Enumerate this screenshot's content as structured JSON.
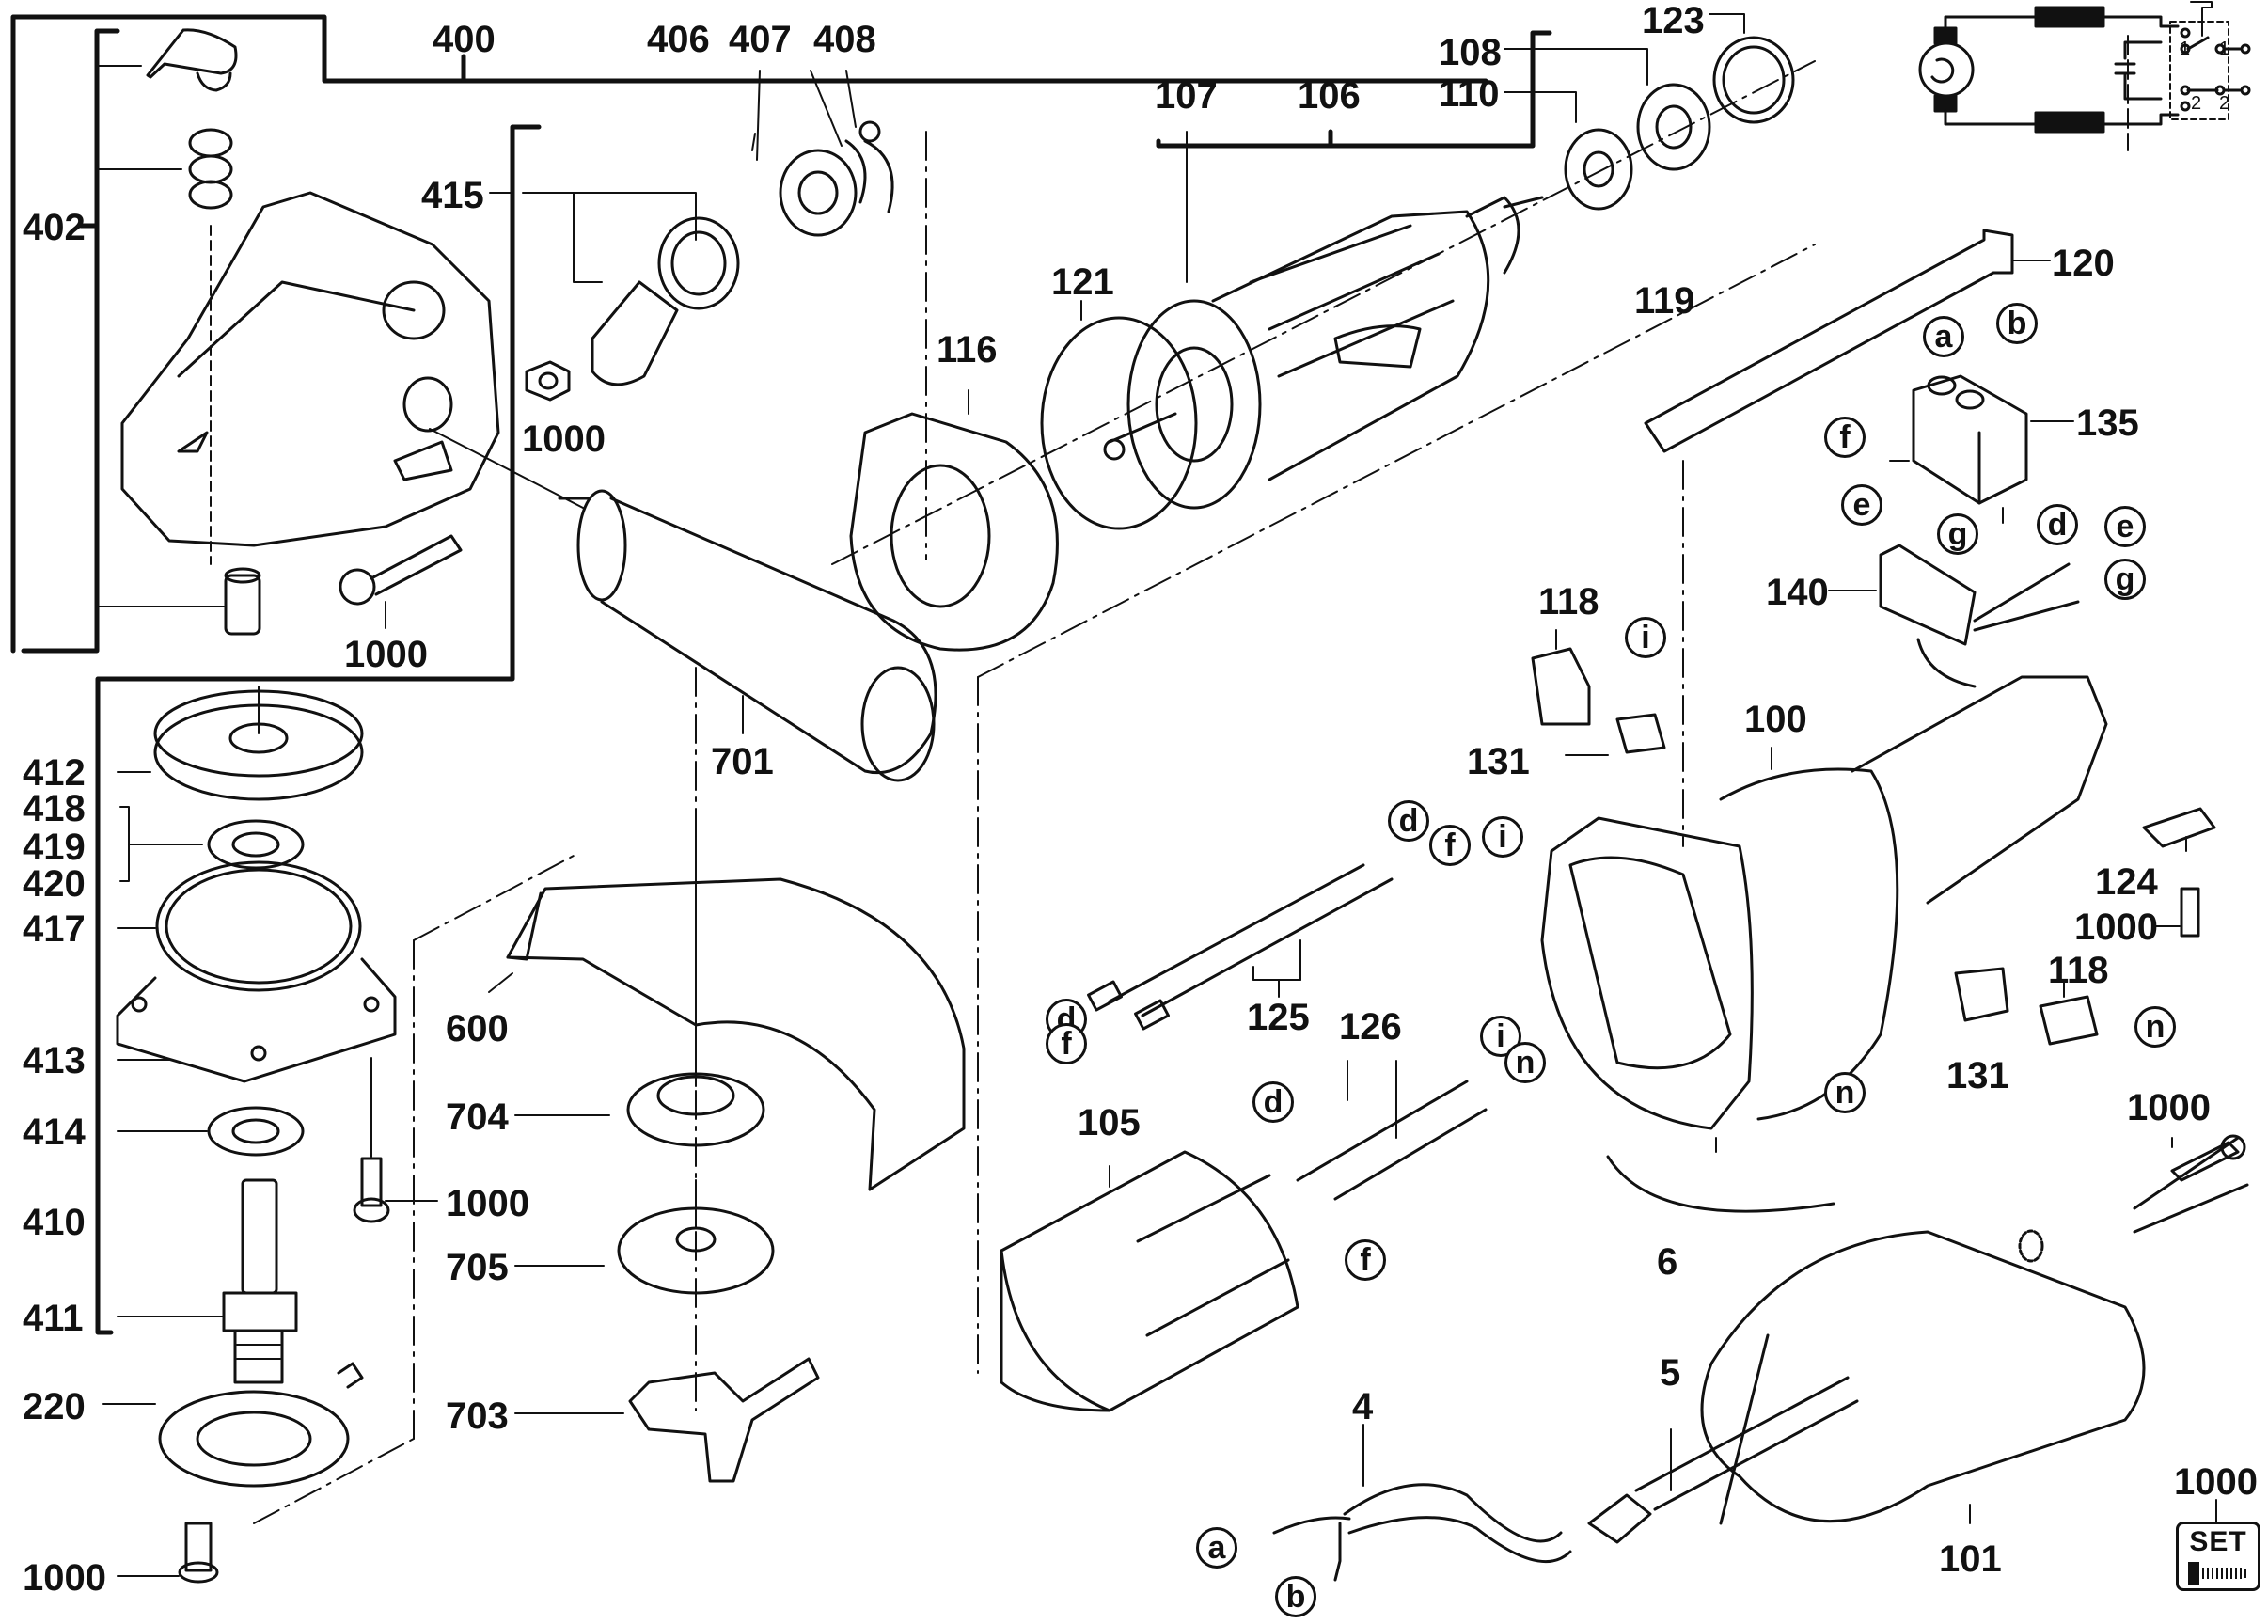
{
  "title": "Angle grinder exploded parts diagram",
  "part_labels": {
    "p400": "400",
    "p402": "402",
    "p406": "406",
    "p407": "407",
    "p408": "408",
    "p415": "415",
    "p1000_a": "1000",
    "p1000_b": "1000",
    "p116": "116",
    "p107": "107",
    "p106": "106",
    "p108": "108",
    "p110": "110",
    "p123": "123",
    "p121": "121",
    "p119": "119",
    "p120": "120",
    "p135": "135",
    "p140": "140",
    "p701": "701",
    "p412": "412",
    "p418": "418",
    "p419": "419",
    "p420": "420",
    "p417": "417",
    "p413": "413",
    "p414": "414",
    "p410": "410",
    "p411": "411",
    "p220": "220",
    "p1000_c": "1000",
    "p1000_d": "1000",
    "p600": "600",
    "p704": "704",
    "p705": "705",
    "p703": "703",
    "p118_a": "118",
    "p131_a": "131",
    "p100": "100",
    "p124": "124",
    "p1000_e": "1000",
    "p118_b": "118",
    "p131_b": "131",
    "p125": "125",
    "p126": "126",
    "p105": "105",
    "p6": "6",
    "p1000_f": "1000",
    "p4": "4",
    "p5": "5",
    "p101": "101",
    "p1000_set": "1000"
  },
  "wire_letters": {
    "a_switch": "a",
    "b_switch": "b",
    "f_switch": "f",
    "e_switch": "e",
    "g_switch": "g",
    "d_switch": "d",
    "e_cap": "e",
    "g_cap": "g",
    "i_brush1": "i",
    "i_wire": "i",
    "d_wire1": "d",
    "f_wire1": "f",
    "d_wire2": "d",
    "f_wire2": "f",
    "i_wire2": "i",
    "n_wire2": "n",
    "d_stator": "d",
    "f_stator": "f",
    "n_brush2": "n",
    "n_wire3": "n",
    "a_cord": "a",
    "b_cord": "b"
  },
  "set_badge": {
    "text": "SET"
  },
  "schematic": {
    "switch_pole_1": "1",
    "switch_pole_1b": "1",
    "switch_pole_2": "2",
    "switch_pole_2b": "2"
  }
}
